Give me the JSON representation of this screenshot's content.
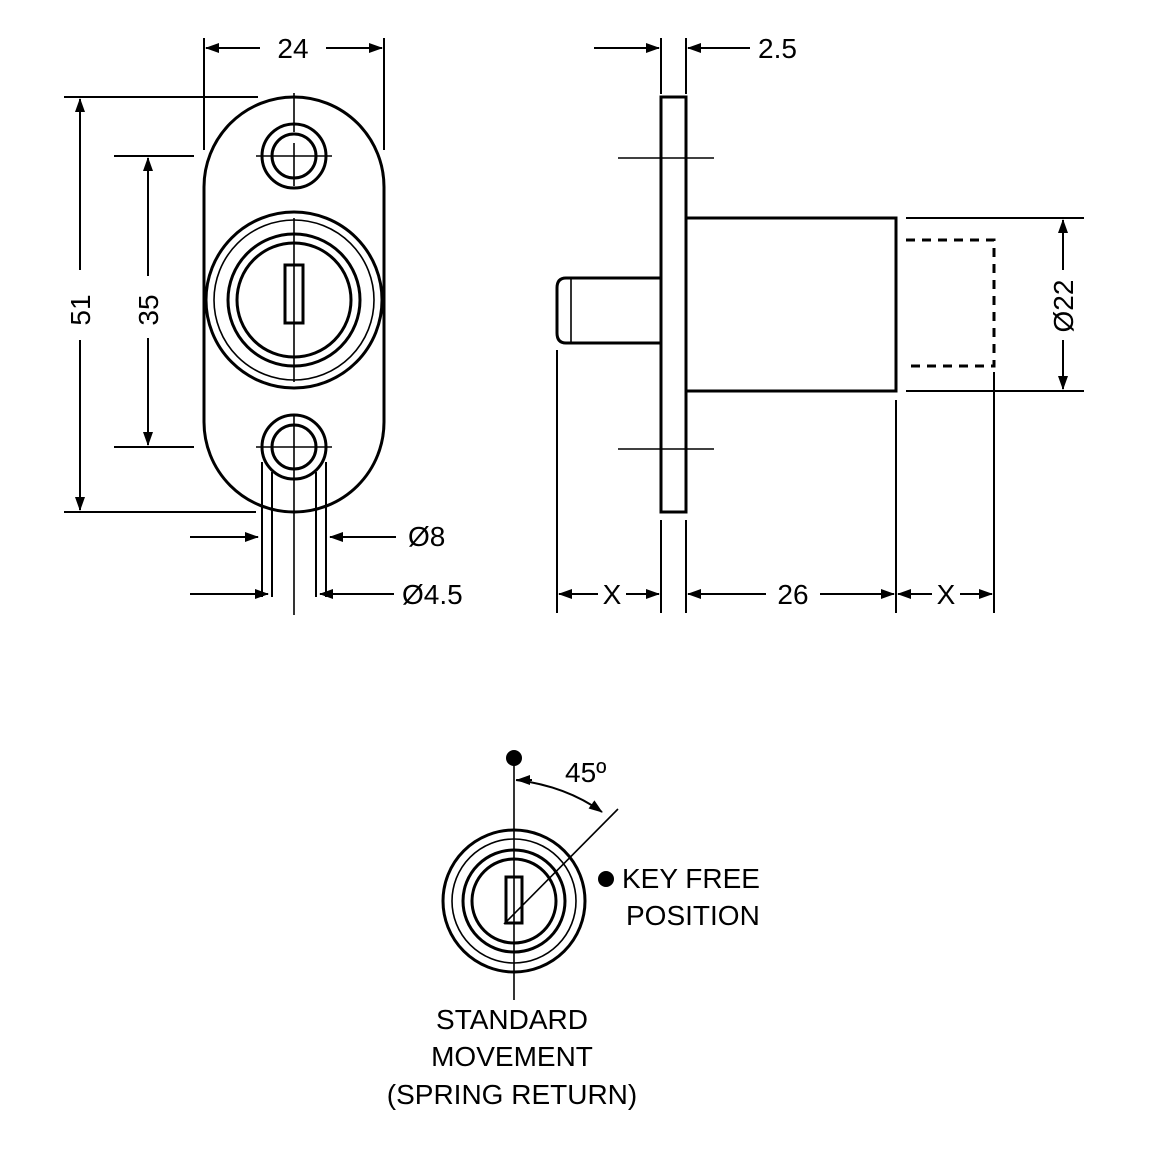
{
  "front_view": {
    "width_label": "24",
    "height_label": "51",
    "hole_spacing_label": "35",
    "hole_outer_diameter_label": "Ø8",
    "hole_inner_diameter_label": "Ø4.5"
  },
  "side_view": {
    "plate_thickness_label": "2.5",
    "body_length_label": "26",
    "body_diameter_label": "Ø22",
    "travel_left_label": "X",
    "travel_right_label": "X"
  },
  "key_view": {
    "angle_label": "45º",
    "key_free_line1": "KEY FREE",
    "key_free_line2": "POSITION",
    "caption_line1": "STANDARD",
    "caption_line2": "MOVEMENT",
    "caption_line3": "(SPRING RETURN)"
  }
}
